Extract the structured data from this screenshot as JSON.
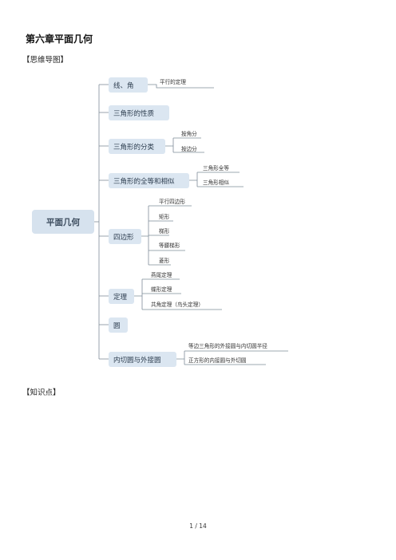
{
  "document": {
    "title": "第六章平面几何",
    "mindmap_heading": "【思维导图】",
    "knowledge_heading": "【知识点】",
    "page_number": "1 / 14"
  },
  "mindmap": {
    "root": "平面几何",
    "branches": [
      {
        "label": "线、角",
        "children": [
          "平行的定理"
        ]
      },
      {
        "label": "三角形的性质",
        "children": []
      },
      {
        "label": "三角形的分类",
        "children": [
          "按角分",
          "按边分"
        ]
      },
      {
        "label": "三角形的全等和相似",
        "children": [
          "三角形全等",
          "三角形相似"
        ]
      },
      {
        "label": "四边形",
        "children": [
          "平行四边形",
          "矩形",
          "梯形",
          "等腰梯形",
          "菱形"
        ]
      },
      {
        "label": "定理",
        "children": [
          "燕尾定理",
          "蝶形定理",
          "共角定理（鸟头定理）"
        ]
      },
      {
        "label": "圆",
        "children": []
      },
      {
        "label": "内切圆与外接圆",
        "children": [
          "等边三角形的外接圆与内切圆半径",
          "正方形的内接圆与外切圆"
        ]
      }
    ]
  }
}
